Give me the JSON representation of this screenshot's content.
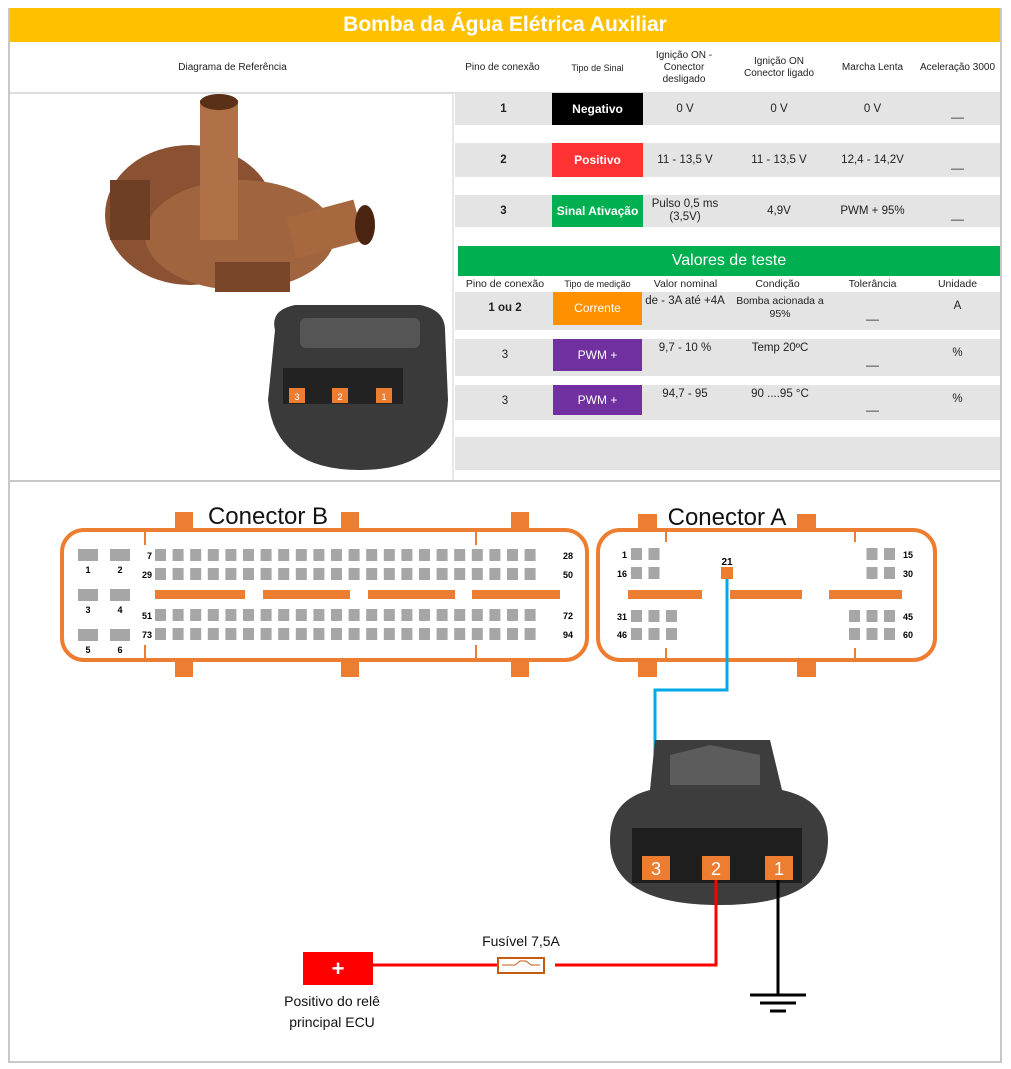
{
  "title": "Bomba da Água Elétrica Auxiliar",
  "header": {
    "diagram": "Diagrama de Referência",
    "pin": "Pino de conexão",
    "signal": "Tipo de Sinal",
    "ign_off": "Ignição ON - Conector desligado",
    "ign_on": "Ignição ON Conector ligado",
    "idle": "Marcha Lenta",
    "accel": "Aceleração 3000"
  },
  "signal_rows": [
    {
      "pin": "1",
      "type": "Negativo",
      "color": "#000000",
      "ign_off": "0 V",
      "ign_on": "0 V",
      "idle": "0 V",
      "accel": "__"
    },
    {
      "pin": "2",
      "type": "Positivo",
      "color": "#FF3333",
      "ign_off": "11 - 13,5 V",
      "ign_on": "11 - 13,5 V",
      "idle": "12,4 - 14,2V",
      "accel": "__"
    },
    {
      "pin": "3",
      "type": "Sinal Ativação",
      "color": "#00B050",
      "ign_off": "Pulso 0,5 ms (3,5V)",
      "ign_on": "4,9V",
      "idle": "PWM + 95%",
      "accel": "__"
    }
  ],
  "test": {
    "title": "Valores de teste",
    "headers": [
      "Pino de conexão",
      "Tipo de medição",
      "Valor nominal",
      "Condição",
      "Tolerância",
      "Unidade"
    ],
    "rows": [
      {
        "pin": "1 ou 2",
        "type": "Corrente",
        "color": "#FF9000",
        "nominal": "de - 3A até +4A",
        "condition": "Bomba acionada a 95%",
        "tolerance": "__",
        "unit": "A"
      },
      {
        "pin": "3",
        "type": "PWM +",
        "color": "#7030A0",
        "nominal": "9,7 - 10 %",
        "condition": "Temp 20ºC",
        "tolerance": "__",
        "unit": "%"
      },
      {
        "pin": "3",
        "type": "PWM +",
        "color": "#7030A0",
        "nominal": "94,7 - 95",
        "condition": "90 ....95 °C",
        "tolerance": "__",
        "unit": "%"
      }
    ]
  },
  "photo_pins": [
    "3",
    "2",
    "1"
  ],
  "connector_b": {
    "title": "Conector B",
    "left_pins": [
      "1",
      "2",
      "3",
      "4",
      "5",
      "6"
    ],
    "row_start": [
      "7",
      "29",
      "51",
      "73"
    ],
    "row_end": [
      "28",
      "50",
      "72",
      "94"
    ]
  },
  "connector_a": {
    "title": "Conector A",
    "left_labels": [
      "1",
      "16",
      "31",
      "46"
    ],
    "right_labels": [
      "15",
      "30",
      "45",
      "60"
    ],
    "active_pin": "21"
  },
  "pump_pins": [
    "3",
    "2",
    "1"
  ],
  "fuse": "Fusível 7,5A",
  "power_symbol": "+",
  "power_label_1": "Positivo do relê",
  "power_label_2": "principal ECU",
  "colors": {
    "orange": "#ED7D31",
    "wire_blue": "#00A8E8",
    "wire_red": "#FF0000",
    "title": "#FFC000"
  }
}
